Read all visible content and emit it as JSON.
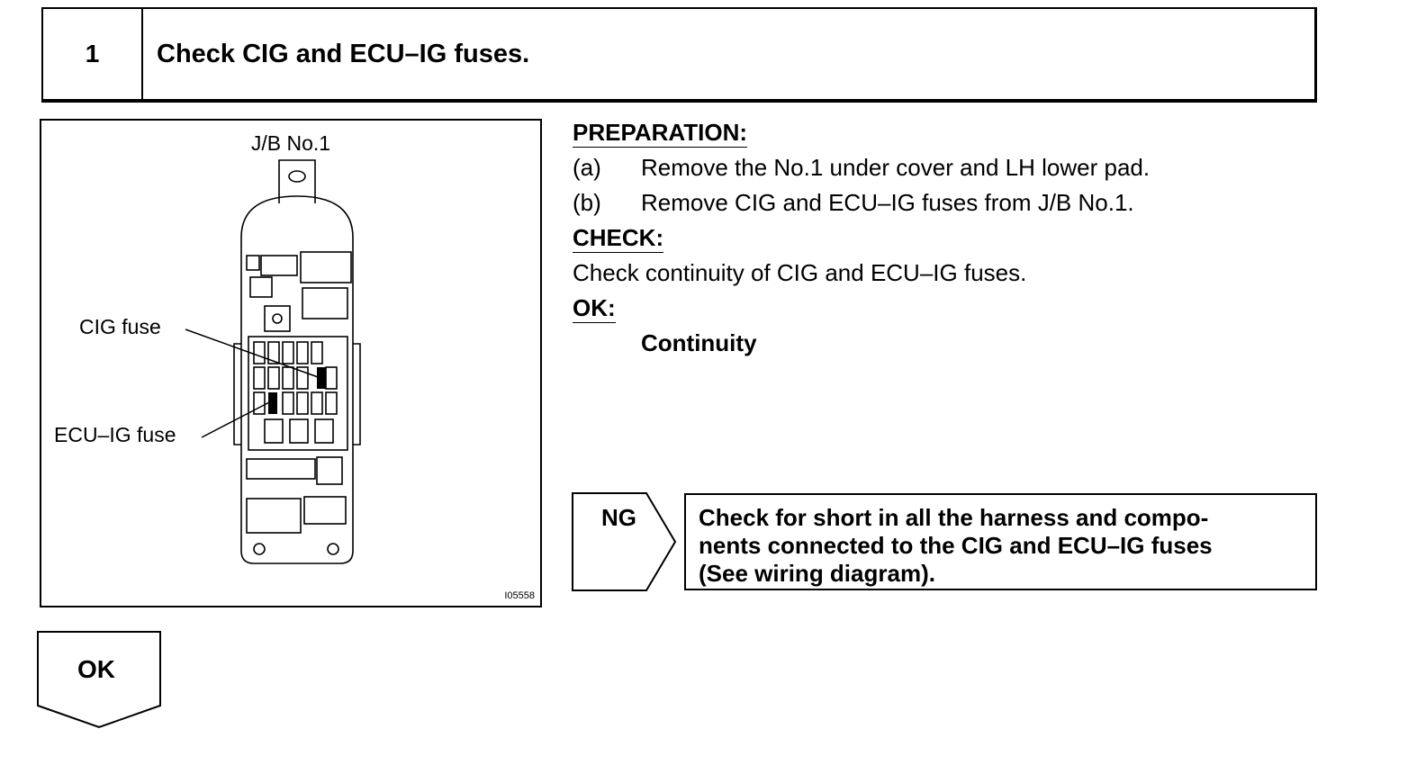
{
  "step": {
    "number": "1",
    "title": "Check CIG and ECU–IG fuses."
  },
  "figure": {
    "title": "J/B No.1",
    "code": "I05558",
    "callouts": {
      "cig_fuse": "CIG fuse",
      "ecu_ig_fuse": "ECU–IG fuse"
    }
  },
  "preparation": {
    "heading": "PREPARATION:",
    "items": [
      {
        "tag": "(a)",
        "text": "Remove the No.1 under cover and LH lower pad."
      },
      {
        "tag": "(b)",
        "text": "Remove CIG and ECU–IG fuses from J/B No.1."
      }
    ]
  },
  "check": {
    "heading": "CHECK:",
    "text": "Check continuity of CIG and ECU–IG fuses."
  },
  "ok_spec": {
    "heading": "OK:",
    "text": "Continuity"
  },
  "ng_branch": {
    "label": "NG",
    "lines": [
      "Check for short in all the harness and compo-",
      "nents connected to the CIG and ECU–IG fuses",
      "(See wiring diagram)."
    ]
  },
  "ok_branch": {
    "label": "OK"
  }
}
